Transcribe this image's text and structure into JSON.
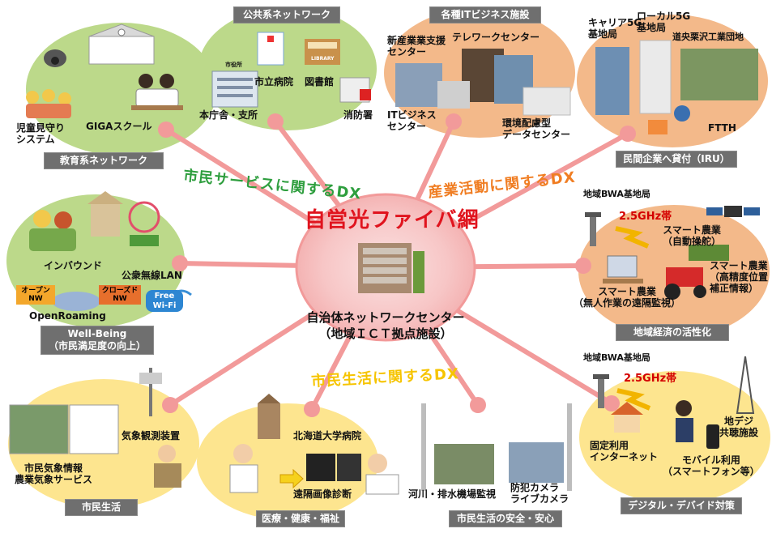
{
  "center": {
    "title": "自営光ファイバ網",
    "facility_name": "自治体ネットワークセンター",
    "facility_sub": "（地域ＩＣＴ拠点施設）"
  },
  "dx_labels": {
    "citizen_service": "市民サービスに関するDX",
    "industry": "産業活動に関するDX",
    "citizen_life": "市民生活に関するDX"
  },
  "public": {
    "header": "公共系ネットワーク",
    "hospital": "市立病院",
    "library": "図書館",
    "city_hall": "本庁舎・支所",
    "fire": "消防署",
    "library_sign": "LIBRARY",
    "hall_sign": "市役所"
  },
  "education": {
    "footer": "教育系ネットワーク",
    "watch": "児童見守り\nシステム",
    "giga": "GIGAスクール"
  },
  "it_business": {
    "header": "各種ITビジネス施設",
    "incubation": "新産業業支援\nセンター",
    "telework": "テレワークセンター",
    "it_center": "ITビジネス\nセンター",
    "eco_dc": "環境配慮型\nデータセンター"
  },
  "private": {
    "carrier": "キャリア5G\n基地局",
    "local5g": "ローカル5G\n基地局",
    "park": "道央栗沢工業団地",
    "ftth": "FTTH",
    "footer": "民間企業へ貸付（IRU）"
  },
  "wellbeing": {
    "inbound": "インバウンド",
    "wifi_public": "公衆無線LAN",
    "open_nw": "オープン\nNW",
    "closed_nw": "クローズド\nNW",
    "openroaming": "OpenRoaming",
    "free_wifi": "Free\nWi-Fi",
    "footer": "Well-Being\n（市民満足度の向上）"
  },
  "regional": {
    "bwa": "地域BWA基地局",
    "ghz": "2.5GHz帯",
    "smart_auto": "スマート農業\n（自動操舵）",
    "smart_precise": "スマート農業\n（高精度位置\n補正情報）",
    "smart_remote": "スマート農業\n（無人作業の遠隔監視）",
    "footer": "地域経済の活性化"
  },
  "citizen_life": {
    "weather_device": "気象観測装置",
    "weather_info": "市民気象情報\n農業気象サービス",
    "footer": "市民生活"
  },
  "medical": {
    "hokudai": "北海道大学病院",
    "remote_diag": "遠隔画像診断",
    "footer": "医療・健康・福祉"
  },
  "safety": {
    "river": "河川・排水機場監視",
    "camera": "防犯カメラ\nライブカメラ",
    "footer": "市民生活の安全・安心"
  },
  "digital_divide": {
    "bwa": "地域BWA基地局",
    "ghz": "2.5GHz帯",
    "fixed": "固定利用\nインターネット",
    "mobile": "モバイル利用\n（スマートフォン等）",
    "tv": "地デジ\n共聴施設",
    "footer": "デジタル・デバイド対策"
  },
  "colors": {
    "spoke": "#f29a9a",
    "green_blob": "#bcd98a",
    "orange_blob": "#f3b98a",
    "yellow_blob": "#fde58f",
    "center_glow": "#f7c6c6",
    "label_box": "#6f6f6f",
    "dx_green": "#2e9e3e",
    "dx_orange": "#f07d22",
    "dx_yellow": "#f6c400",
    "title_red": "#e0141e"
  }
}
